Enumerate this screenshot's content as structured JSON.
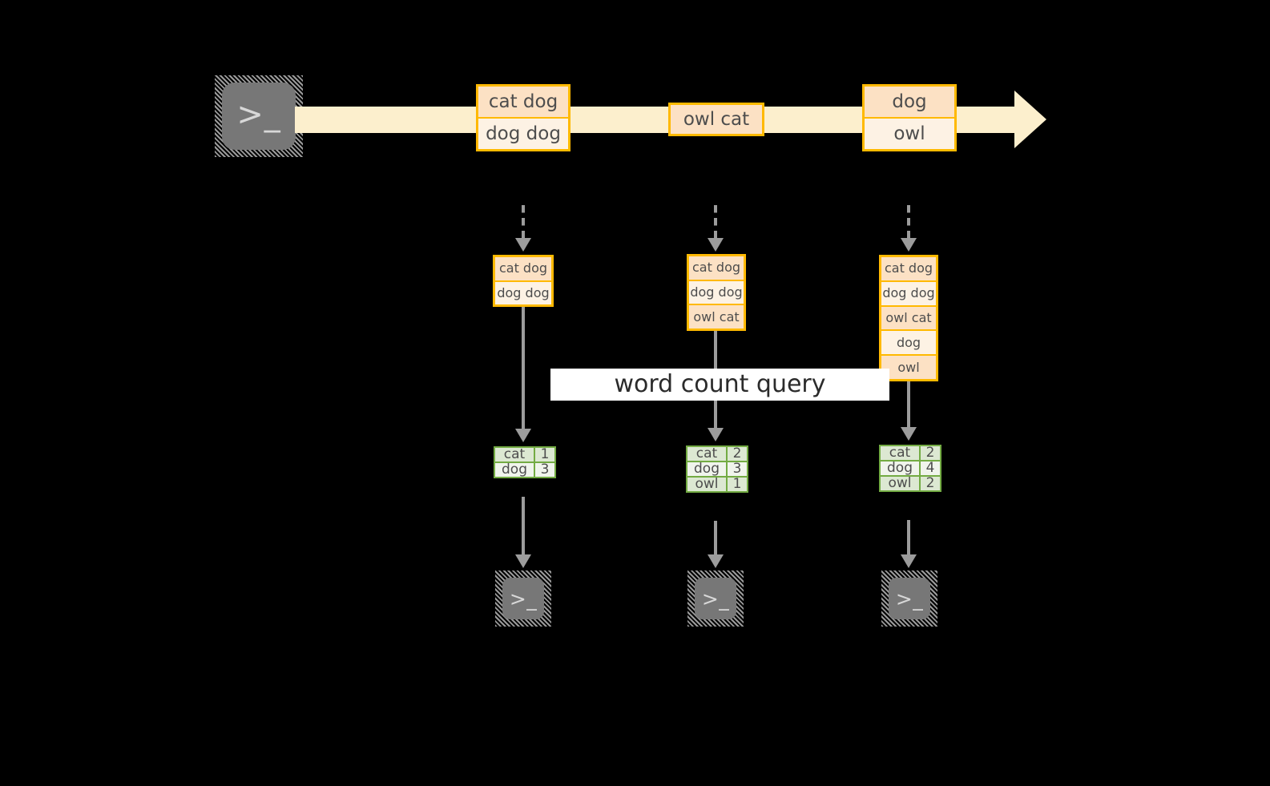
{
  "diagram": {
    "title_label": "word count query",
    "colors": {
      "background": "#000000",
      "stream_fill": "#FCEFCD",
      "event_border": "#FFB900",
      "event_fill_a": "#FCE1C4",
      "event_fill_b": "#FDF2E4",
      "result_border": "#73AB43",
      "result_fill_a": "#DCE8D2",
      "result_fill_b": "#F0F4EC",
      "connector": "#9C9C9C",
      "terminal_screen": "#777777",
      "band": "#FFFFFF"
    }
  },
  "source": {
    "terminal_prompt": ">_",
    "icon": "terminal-icon"
  },
  "stream": {
    "events": [
      {
        "lines": [
          "cat dog",
          "dog dog"
        ]
      },
      {
        "lines": [
          "owl cat"
        ]
      },
      {
        "lines": [
          "dog",
          "owl"
        ]
      }
    ]
  },
  "snapshots": [
    {
      "id": "snapshot-1",
      "buffer": [
        "cat dog",
        "dog dog"
      ],
      "results": [
        {
          "word": "cat",
          "count": "1"
        },
        {
          "word": "dog",
          "count": "3"
        }
      ],
      "sink_prompt": ">_"
    },
    {
      "id": "snapshot-2",
      "buffer": [
        "cat dog",
        "dog dog",
        "owl cat"
      ],
      "results": [
        {
          "word": "cat",
          "count": "2"
        },
        {
          "word": "dog",
          "count": "3"
        },
        {
          "word": "owl",
          "count": "1"
        }
      ],
      "sink_prompt": ">_"
    },
    {
      "id": "snapshot-3",
      "buffer": [
        "cat dog",
        "dog dog",
        "owl cat",
        "dog",
        "owl"
      ],
      "results": [
        {
          "word": "cat",
          "count": "2"
        },
        {
          "word": "dog",
          "count": "4"
        },
        {
          "word": "owl",
          "count": "2"
        }
      ],
      "sink_prompt": ">_"
    }
  ]
}
